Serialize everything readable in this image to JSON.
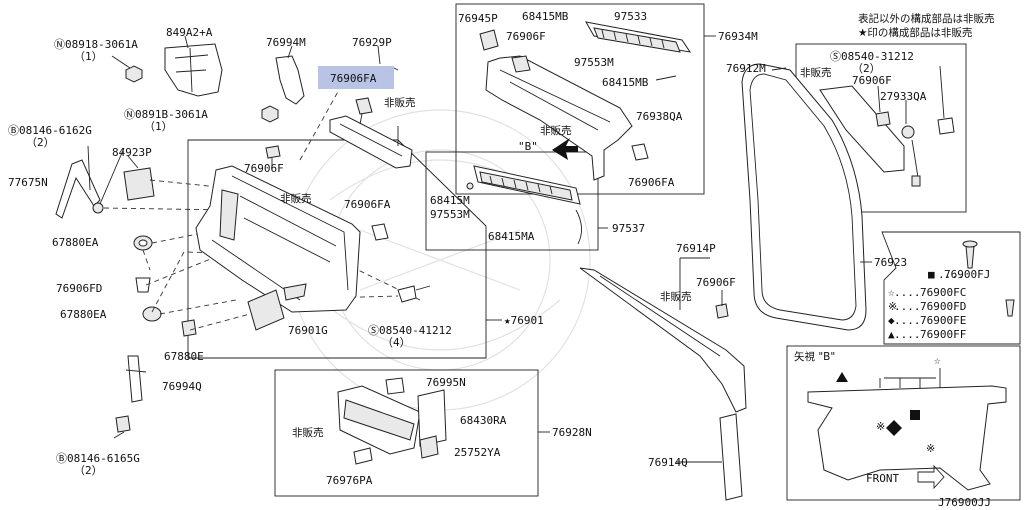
{
  "notes": {
    "line1": "表記以外の構成部品は非販売",
    "line2": "★印の構成部品は非販売"
  },
  "diagram_code": "J76900JJ",
  "view_b": {
    "title": "矢視 \"B\"",
    "front": "FRONT",
    "arrow_label": "\"B\""
  },
  "legend": [
    {
      "symbol": "■",
      "code": "76900FJ"
    },
    {
      "symbol": "☆",
      "code": "76900FC"
    },
    {
      "symbol": "※",
      "code": "76900FD"
    },
    {
      "symbol": "◆",
      "code": "76900FE"
    },
    {
      "symbol": "▲",
      "code": "76900FF"
    }
  ],
  "labels": {
    "p08918_3061A": "Ⓝ08918-3061A",
    "p08918_3061A_q": "（1）",
    "p849A2": "849A2+A",
    "p76994M": "76994M",
    "p76929P": "76929P",
    "p76906FA_hl": "76906FA",
    "hihanbai1": "非販売",
    "p0891B_3061A": "Ⓝ0891B-3061A",
    "p0891B_3061A_q": "（1）",
    "p08146_6162G": "Ⓑ08146-6162G",
    "p08146_6162G_q": "（2）",
    "p84923P": "84923P",
    "p77675N": "77675N",
    "p76906F_a": "76906F",
    "hihanbai2": "非販売",
    "p76906FA_b": "76906FA",
    "p67880EA_a": "67880EA",
    "p76906FD": "76906FD",
    "p67880EA_b": "67880EA",
    "p67880E": "67880E",
    "p76901G": "76901G",
    "p08540_41212": "Ⓢ08540-41212",
    "p08540_41212_q": "（4）",
    "p76901": "★76901",
    "p76994Q": "76994Q",
    "p08146_6165G": "Ⓑ08146-6165G",
    "p08146_6165G_q": "（2）",
    "p76945P": "76945P",
    "p68415MB_a": "68415MB",
    "p97533": "97533",
    "p76906F_b": "76906F",
    "p97553M_a": "97553M",
    "p68415MB_b": "68415MB",
    "p76934M": "76934M",
    "p76938QA": "76938QA",
    "hihanbai3": "非販売",
    "p76906FA_c": "76906FA",
    "p68415M": "68415M",
    "p97553M_b": "97553M",
    "p68415MA": "68415MA",
    "p97537": "97537",
    "p76912M": "76912M",
    "hihanbai4": "非販売",
    "p08540_31212": "Ⓢ08540-31212",
    "p08540_31212_q": "（2）",
    "p76906F_c": "76906F",
    "p27933QA": "27933QA",
    "p76923": "76923",
    "p76914P": "76914P",
    "hihanbai5": "非販売",
    "p76906F_d": "76906F",
    "p76914Q": "76914Q",
    "p76995N": "76995N",
    "p68430RA": "68430RA",
    "hihanbai6": "非販売",
    "p25752YA": "25752YA",
    "p76928N": "76928N",
    "p76976PA": "76976PA"
  }
}
